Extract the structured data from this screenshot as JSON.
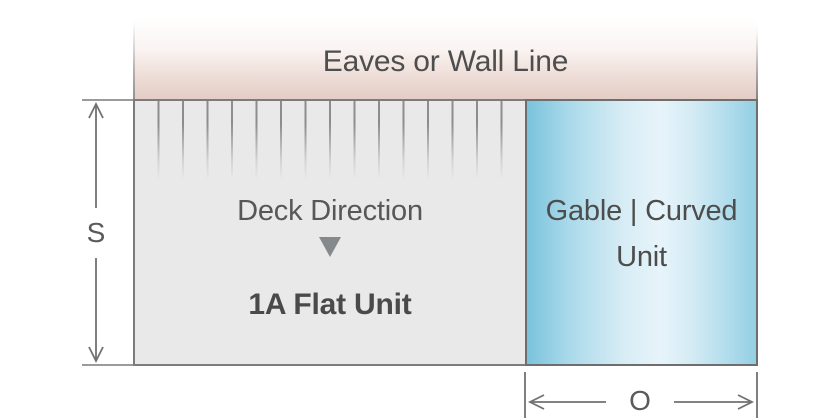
{
  "diagram": {
    "eaves": {
      "label": "Eaves or Wall Line"
    },
    "flat_unit": {
      "deck_direction_label": "Deck Direction",
      "direction_arrow_icon": "down-triangle",
      "name_label": "1A Flat Unit"
    },
    "gable_unit": {
      "label_line1": "Gable | Curved",
      "label_line2": "Unit"
    },
    "dimensions": {
      "side_label": "S",
      "overhang_label": "O"
    },
    "colors": {
      "eaves_gradient_bottom": "#e3cdc6",
      "deck_fill": "#e9e9e9",
      "hatch_line": "#8d8d8d",
      "gable_fill_edge": "#79c3dc",
      "gable_fill_light": "#e7f4fa",
      "panel_border": "#6e6e6e",
      "dimension_line": "#717171",
      "text": "#4f4f4f"
    }
  }
}
